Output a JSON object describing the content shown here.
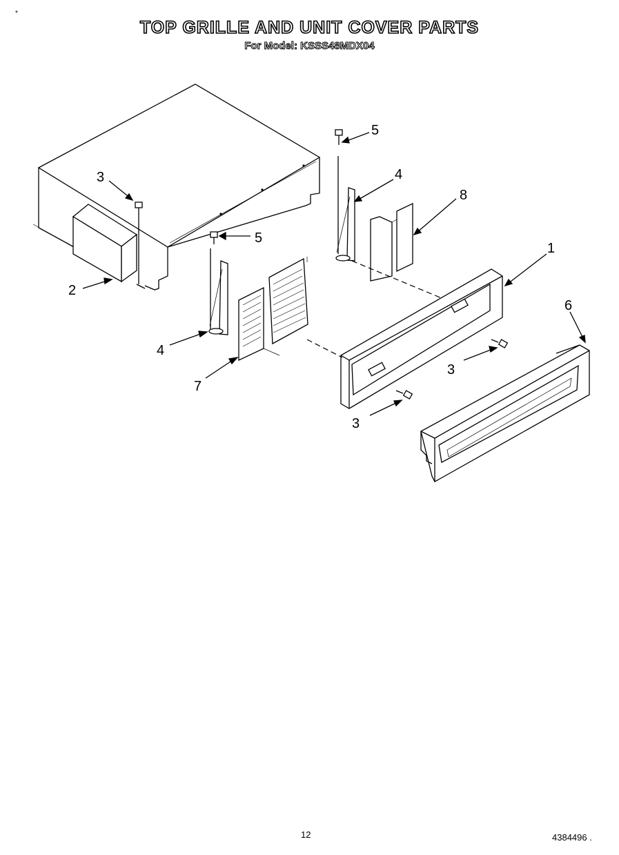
{
  "header": {
    "title": "TOP GRILLE AND UNIT COVER PARTS",
    "subtitle": "For Model: KSSS48MDX04",
    "corner_mark": "*"
  },
  "callouts": {
    "c1": "1",
    "c2": "2",
    "c3a": "3",
    "c3b": "3",
    "c3c": "3",
    "c4a": "4",
    "c4b": "4",
    "c5a": "5",
    "c5b": "5",
    "c6": "6",
    "c7": "7",
    "c8": "8"
  },
  "footer": {
    "page_number": "12",
    "document_number": "4384496 ."
  }
}
